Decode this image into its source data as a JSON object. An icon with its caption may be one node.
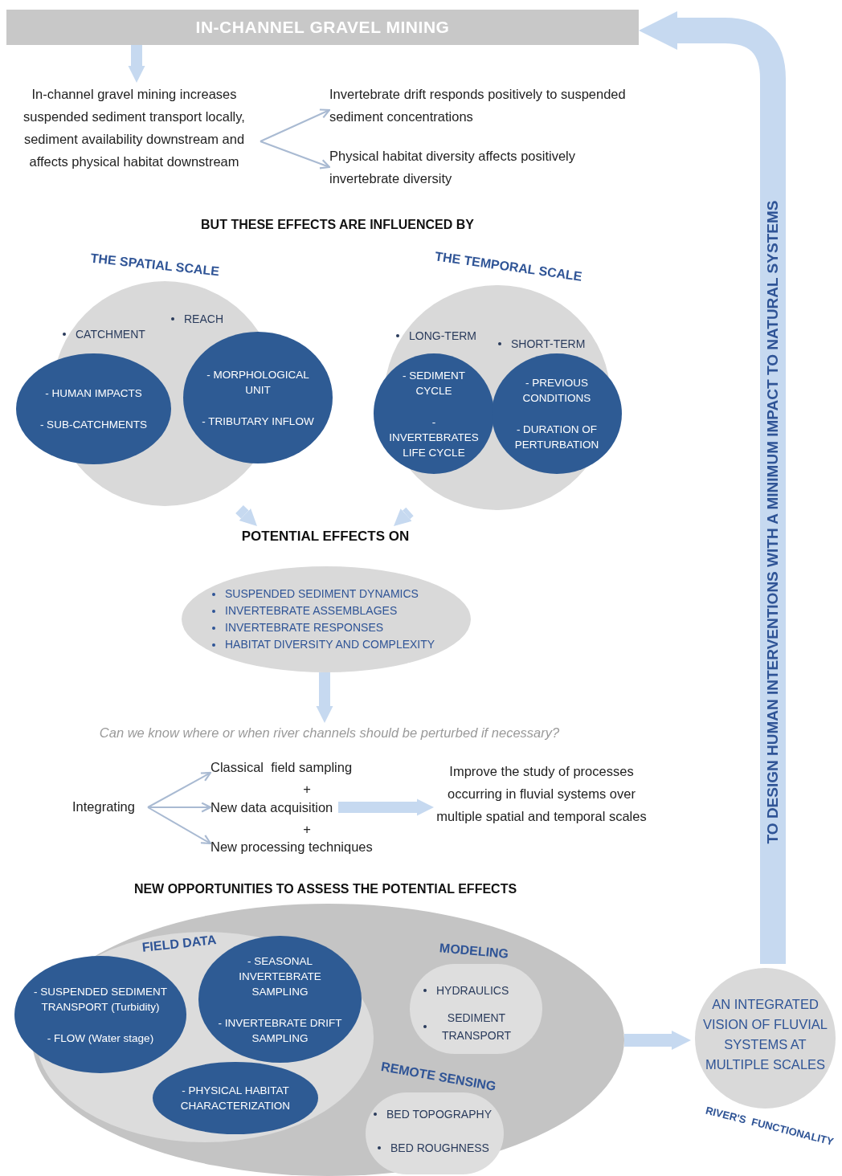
{
  "diagram": {
    "nodes": [
      {
        "text": [
          "IN-CHANNEL GRAVEL MINING"
        ]
      },
      {
        "text": [
          "In-channel gravel mining increases suspended sediment transport locally, sediment availability downstream and affects physical habitat downstream"
        ]
      },
      {
        "text": [
          "Invertebrate drift responds positively to suspended sediment concentrations"
        ]
      },
      {
        "text": [
          "Physical habitat diversity affects positively invertebrate diversity"
        ]
      },
      {
        "text": [
          "THE SPATIAL SCALE",
          "CATCHMENT",
          "REACH"
        ]
      },
      {
        "text": [
          "- HUMAN  IMPACTS",
          "- SUB-CATCHMENTS"
        ]
      },
      {
        "text": [
          "- MORPHOLOGICAL UNIT",
          "- TRIBUTARY INFLOW"
        ]
      },
      {
        "text": [
          "THE TEMPORAL SCALE",
          "LONG-TERM",
          "SHORT-TERM"
        ]
      },
      {
        "text": [
          "- SEDIMENT  CYCLE",
          "- INVERTEBRATES LIFE CYCLE"
        ]
      },
      {
        "text": [
          "- PREVIOUS CONDITIONS",
          "- DURATION OF PERTURBATION"
        ]
      },
      {
        "text": [
          "POTENTIAL EFFECTS ON"
        ]
      },
      {
        "text": [
          "SUSPENDED SEDIMENT DYNAMICS",
          "INVERTEBRATE ASSEMBLAGES",
          "INVERTEBRATE RESPONSES",
          "HABITAT DIVERSITY AND COMPLEXITY"
        ]
      },
      {
        "text": [
          "Can we know where or when river channels should be perturbed if necessary?"
        ]
      },
      {
        "text": [
          "Integrating"
        ]
      },
      {
        "text": [
          "Classical  field sampling"
        ]
      },
      {
        "text": [
          "New data acquisition"
        ]
      },
      {
        "text": [
          "New processing techniques"
        ]
      },
      {
        "text": [
          "Improve the study of processes occurring in fluvial systems over multiple spatial and temporal scales"
        ]
      },
      {
        "text": [],
        "shape": "ellipse"
      },
      {
        "text": [
          "FIELD DATA"
        ],
        "in": 18
      },
      {
        "text": [
          "- SUSPENDED SEDIMENT TRANSPORT  (Turbidity)",
          "- FLOW (Water stage)"
        ]
      },
      {
        "text": [
          "- SEASONAL INVERTEBRATE SAMPLING",
          "- INVERTEBRATE DRIFT SAMPLING"
        ],
        "in": 19
      },
      {
        "text": [
          "- PHYSICAL HABITAT CHARACTERIZATION"
        ],
        "in": 19
      },
      {
        "text": [
          "MODELING",
          "HYDRAULICS",
          "SEDIMENT TRANSPORT"
        ],
        "in": 18
      },
      {
        "text": [
          "REMOTE SENSING",
          "BED TOPOGRAPHY",
          "BED ROUGHNESS"
        ],
        "in": 18
      },
      {
        "text": [
          "AN INTEGRATED VISION OF FLUVIAL SYSTEMS AT MULTIPLE SCALES",
          "RIVER'S  FUNCTIONALITY"
        ]
      }
    ],
    "edges": [
      {
        "from": 0,
        "to": 1,
        "arrow": "to"
      },
      {
        "from": 1,
        "to": 2,
        "arrow": "to",
        "color": "#a9bad2"
      },
      {
        "from": 1,
        "to": 3,
        "arrow": "to",
        "color": "#a9bad2"
      },
      {
        "from": 4,
        "to": 10,
        "arrow": "to"
      },
      {
        "from": 7,
        "to": 10,
        "arrow": "to"
      },
      {
        "from": 11,
        "to": 12,
        "arrow": "to"
      },
      {
        "from": 13,
        "to": 14,
        "arrow": "to",
        "color": "#a9bad2"
      },
      {
        "from": 13,
        "to": 15,
        "arrow": "to",
        "color": "#a9bad2"
      },
      {
        "from": 13,
        "to": 16,
        "arrow": "to",
        "color": "#a9bad2"
      },
      {
        "from": 15,
        "to": 17,
        "arrow": "to"
      },
      {
        "from": 18,
        "to": 25,
        "arrow": "to"
      },
      {
        "from": 25,
        "to": 0,
        "arrow": "to",
        "style": "thick",
        "label": "TO DESIGN HUMAN INTERVENTIONS WITH A MINIMUM IMPACT TO NATURAL SYSTEMS"
      }
    ],
    "labels": [
      "BUT THESE EFFECTS ARE INFLUENCED BY",
      "+",
      "+",
      "NEW OPPORTUNITIES TO ASSESS THE POTENTIAL EFFECTS"
    ]
  }
}
